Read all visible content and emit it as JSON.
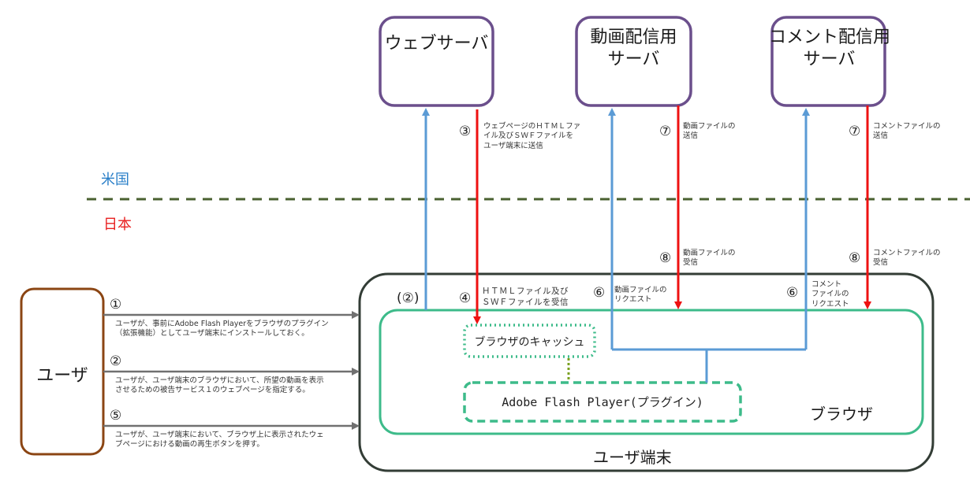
{
  "colors": {
    "server_border": "#6b4f8c",
    "user_border": "#8b4513",
    "device_border": "#333d36",
    "browser_border": "#3dbb8a",
    "request_arrow": "#5b9bd5",
    "response_arrow": "#ee1111",
    "user_arrow": "#707070",
    "border_line": "#4a6030",
    "cache_link": "#7aa020"
  },
  "servers": {
    "web": "ウェブサーバ",
    "video": [
      "動画配信用",
      "サーバ"
    ],
    "comment": [
      "コメント配信用",
      "サーバ"
    ]
  },
  "regions": {
    "us": "米国",
    "jp": "日本"
  },
  "steps": {
    "s3": {
      "num": "③",
      "text": [
        "ウェブページのＨＴＭＬファ",
        "イル及びＳＷＦファイルを",
        "ユーザ端末に送信"
      ]
    },
    "s7_video": {
      "num": "⑦",
      "text": [
        "動画ファイルの",
        "送信"
      ]
    },
    "s7_comment": {
      "num": "⑦",
      "text": [
        "コメントファイルの",
        "送信"
      ]
    },
    "s8_video": {
      "num": "⑧",
      "text": [
        "動画ファイルの",
        "受信"
      ]
    },
    "s8_comment": {
      "num": "⑧",
      "text": [
        "コメントファイルの",
        "受信"
      ]
    },
    "s2_paren": {
      "num": "(②)"
    },
    "s4": {
      "num": "④",
      "text": [
        "ＨＴＭＬファイル及び",
        "ＳＷＦファイルを受信"
      ]
    },
    "s6_video": {
      "num": "⑥",
      "text": [
        "動画ファイルの",
        "リクエスト"
      ]
    },
    "s6_comment": {
      "num": "⑥",
      "text": [
        "コメント",
        "ファイルの",
        "リクエスト"
      ]
    }
  },
  "user": {
    "label": "ユーザ",
    "actions": [
      {
        "num": "①",
        "text": [
          "ユーザが、事前にAdobe Flash Playerをブラウザのプラグイン",
          "（拡張機能）としてユーザ端末にインストールしておく。"
        ]
      },
      {
        "num": "②",
        "text": [
          "ユーザが、ユーザ端末のブラウザにおいて、所望の動画を表示",
          "させるための被告サービス１のウェブページを指定する。"
        ]
      },
      {
        "num": "⑤",
        "text": [
          "ユーザが、ユーザ端末において、ブラウザ上に表示されたウェ",
          "ブページにおける動画の再生ボタンを押す。"
        ]
      }
    ]
  },
  "device": {
    "label": "ユーザ端末",
    "browser_label": "ブラウザ",
    "cache_label": "ブラウザのキャッシュ",
    "flash_label": "Adobe Flash Player(プラグイン)"
  }
}
